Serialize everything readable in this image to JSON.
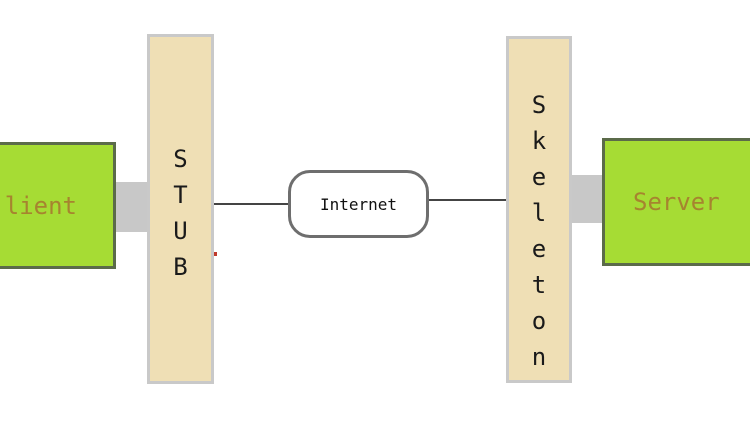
{
  "client_label": "lient",
  "server_label": "Server",
  "stub_letters": [
    "S",
    "T",
    "U",
    "B"
  ],
  "skeleton_letters": [
    "S",
    "k",
    "e",
    "l",
    "e",
    "t",
    "o",
    "n"
  ],
  "network_label": "Internet",
  "colors": {
    "node_fill": "#a6dc34",
    "node_text": "#a6842f",
    "layer_fill": "#efdfb5",
    "connector": "#c8c8c8"
  }
}
